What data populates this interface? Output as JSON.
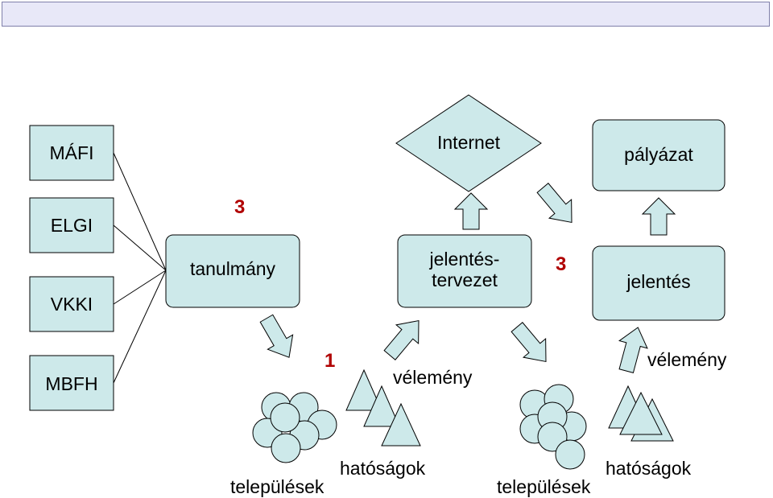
{
  "colors": {
    "fill": "#cde9ea",
    "stroke": "#000000",
    "number": "#b00000",
    "topbar": "#e8e8f8"
  },
  "sources": [
    "MÁFI",
    "ELGI",
    "VKKI",
    "MBFH"
  ],
  "boxes": {
    "tanulmany": "tanulmány",
    "jelentes_tervezet_line1": "jelentés-",
    "jelentes_tervezet_line2": "tervezet",
    "jelentes": "jelentés",
    "palyazat": "pályázat",
    "internet": "Internet"
  },
  "numbers": {
    "top_left": "3",
    "middle": "3",
    "bottom": "1"
  },
  "labels": {
    "velemeny_1": "vélemény",
    "velemeny_2": "vélemény",
    "telepulesek_1": "települések",
    "telepulesek_2": "települések",
    "hatosagok_1": "hatóságok",
    "hatosagok_2": "hatóságok"
  }
}
